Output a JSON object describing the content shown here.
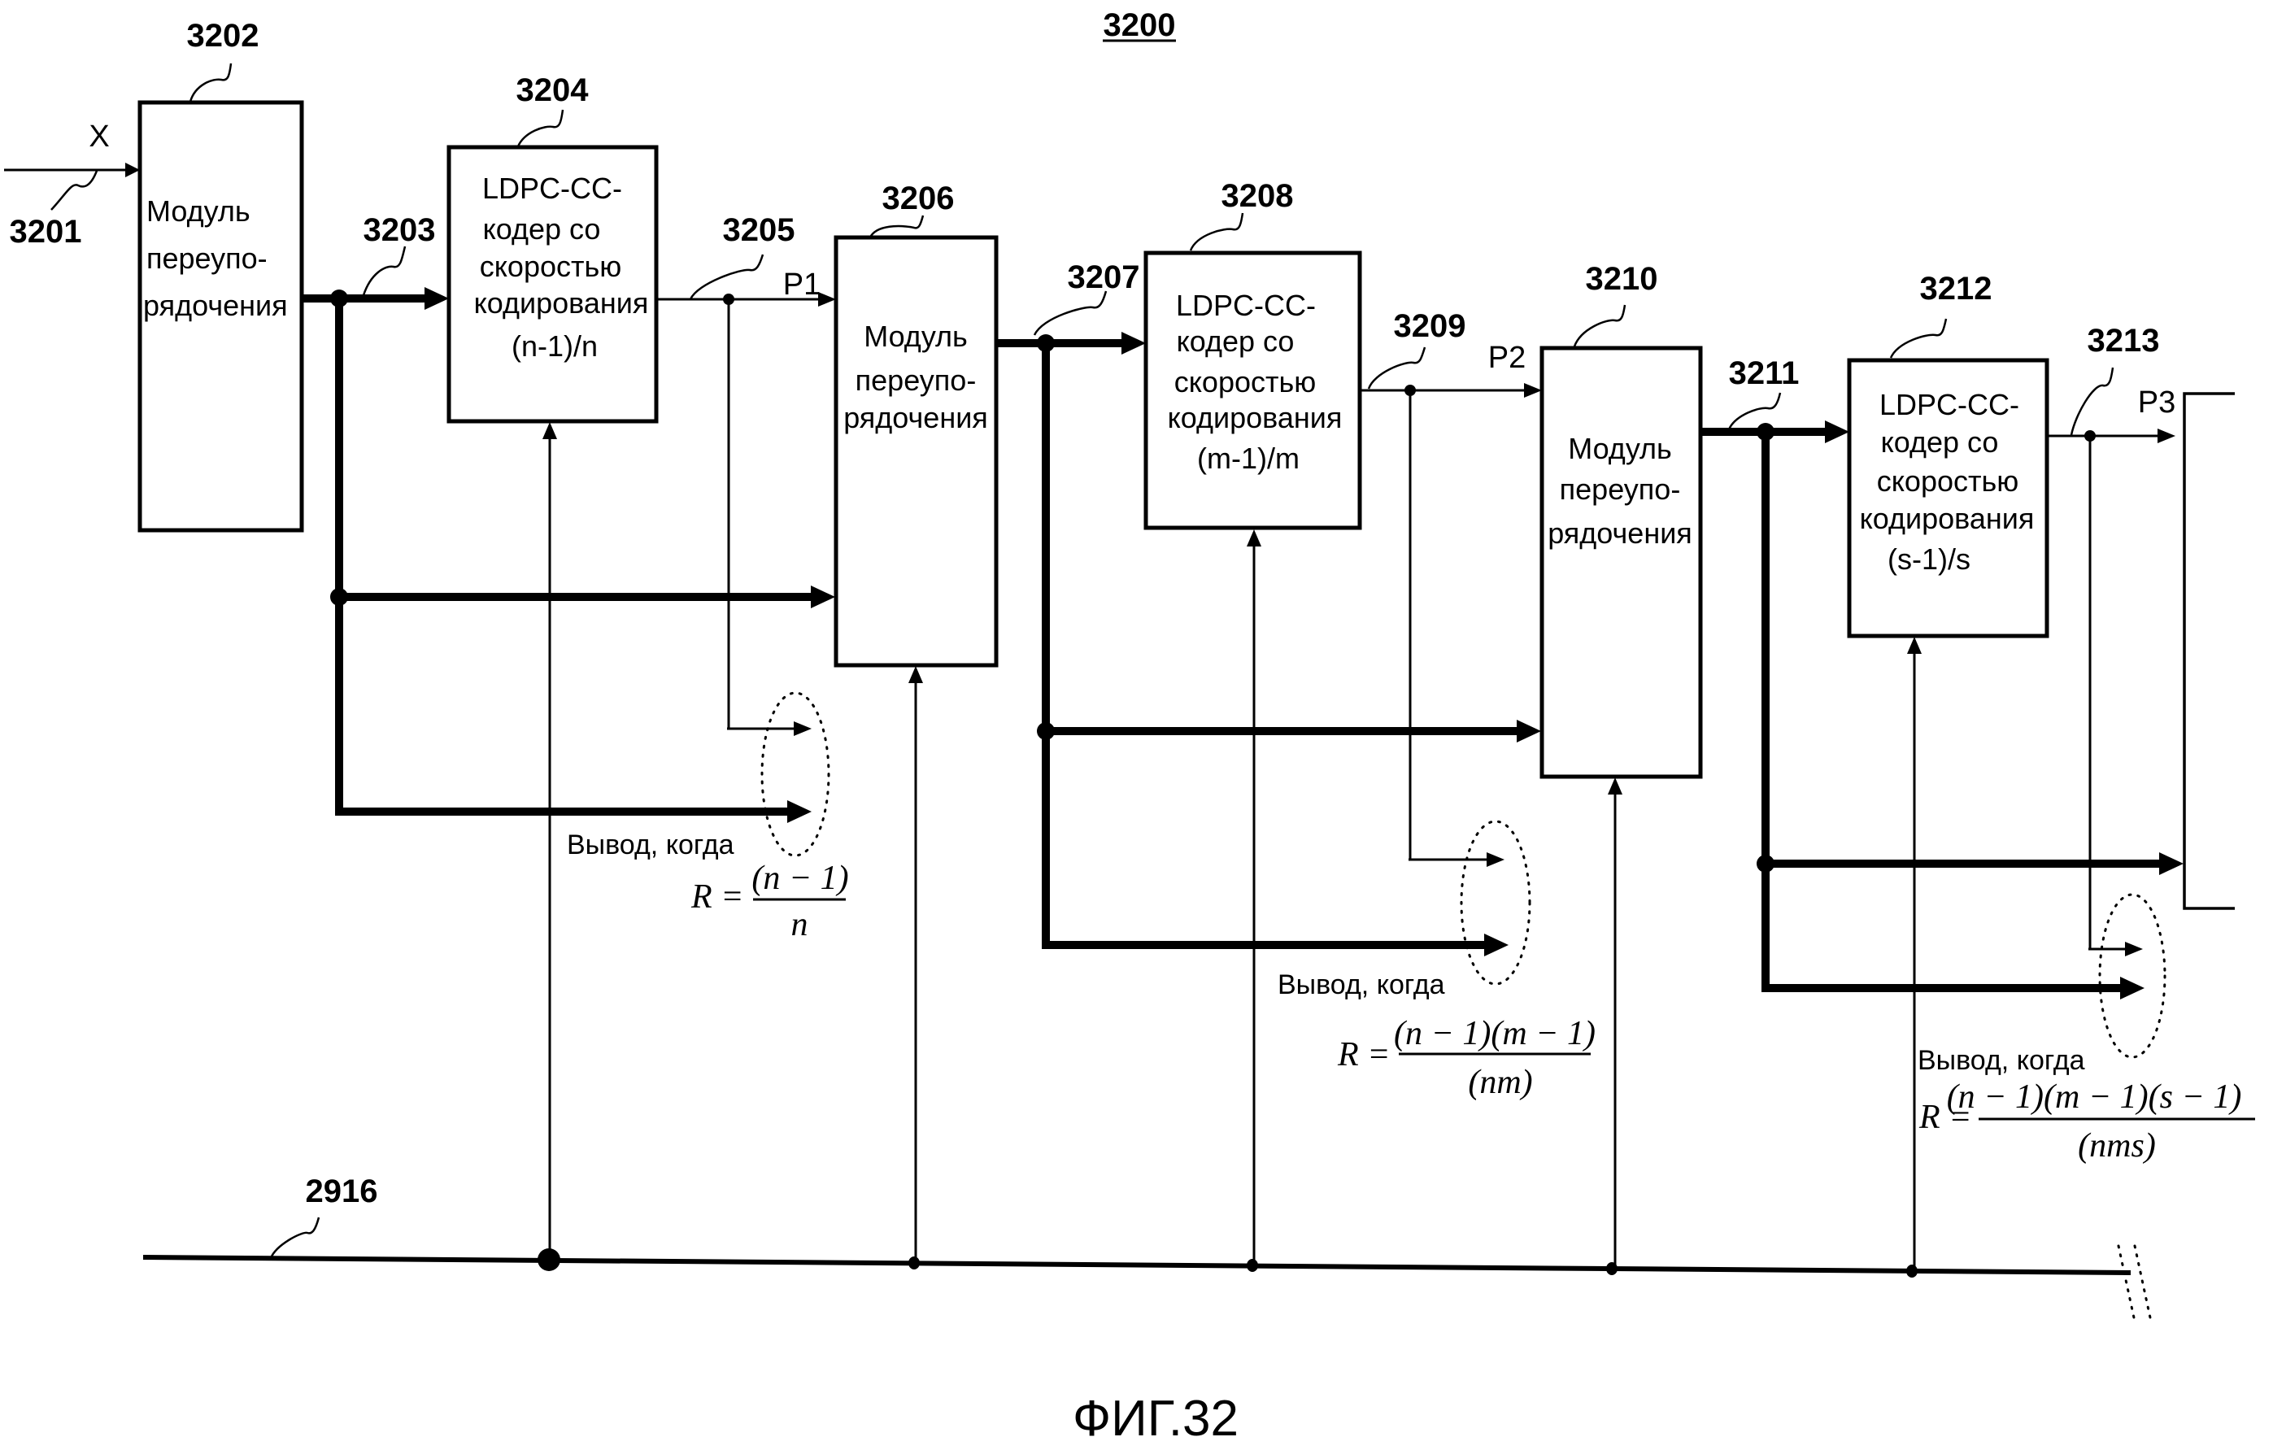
{
  "figure": {
    "id_label": "3200",
    "caption": "ФИГ.32"
  },
  "input": {
    "signal_label": "X",
    "ref": "3201"
  },
  "blocks": [
    {
      "ref": "3202",
      "type": "reorder",
      "lines": [
        "Модуль",
        "переупо-",
        "рядочения"
      ]
    },
    {
      "ref": "3204",
      "type": "encoder",
      "lines": [
        "LDPC-CC-",
        "кодер со",
        "скоростью",
        "кодирования",
        "(n-1)/n"
      ]
    },
    {
      "ref": "3206",
      "type": "reorder",
      "lines": [
        "Модуль",
        "переупо-",
        "рядочения"
      ]
    },
    {
      "ref": "3208",
      "type": "encoder",
      "lines": [
        "LDPC-CC-",
        "кодер со",
        "скоростью",
        "кодирования",
        "(m-1)/m"
      ]
    },
    {
      "ref": "3210",
      "type": "reorder",
      "lines": [
        "Модуль",
        "переупо-",
        "рядочения"
      ]
    },
    {
      "ref": "3212",
      "type": "encoder",
      "lines": [
        "LDPC-CC-",
        "кодер со",
        "скоростью",
        "кодирования",
        "(s-1)/s"
      ]
    }
  ],
  "signals": {
    "s3203": "3203",
    "s3205": "3205",
    "s3207": "3207",
    "s3209": "3209",
    "s3211": "3211",
    "s3213": "3213",
    "p1": "P1",
    "p2": "P2",
    "p3": "P3",
    "control_bus": "2916"
  },
  "outputs": [
    {
      "label": "Вывод, когда",
      "R": "R =",
      "numerator": "(n − 1)",
      "denominator": "n"
    },
    {
      "label": "Вывод, когда",
      "R": "R =",
      "numerator": "(n − 1)(m − 1)",
      "denominator": "(nm)"
    },
    {
      "label": "Вывод, когда",
      "R": "R =",
      "numerator": "(n − 1)(m − 1)(s − 1)",
      "denominator": "(nms)"
    }
  ]
}
